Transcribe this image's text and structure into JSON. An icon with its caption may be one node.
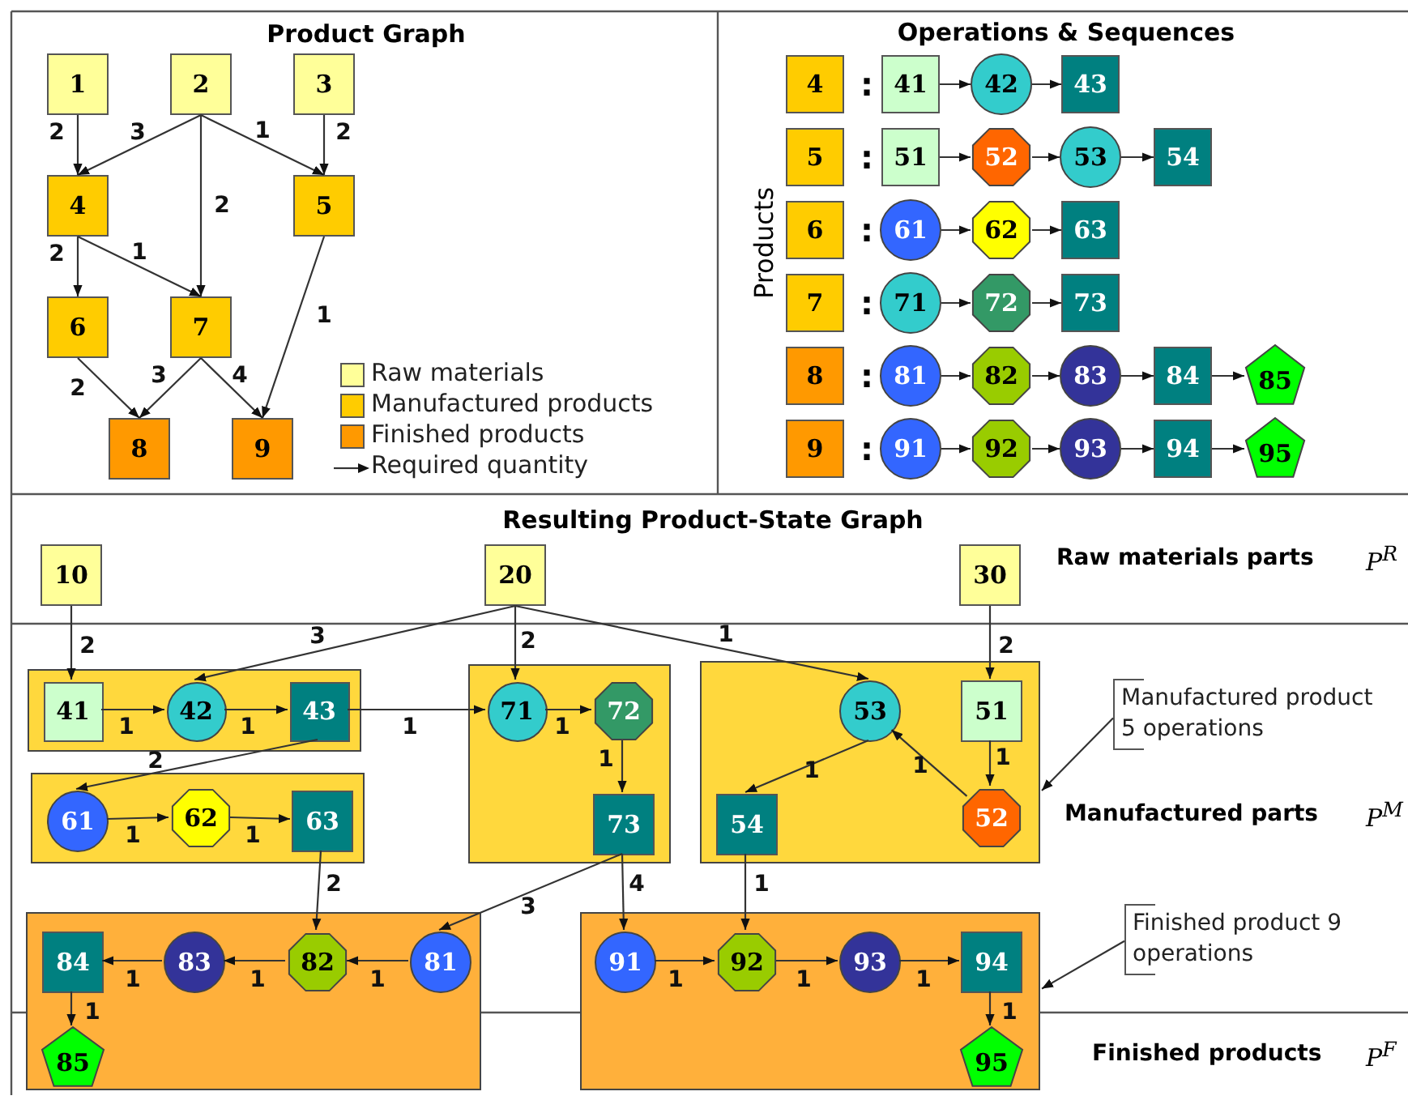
{
  "diagram": {
    "nodes": [
      {
        "text": [
          "1"
        ]
      },
      {
        "text": [
          "2"
        ]
      },
      {
        "text": [
          "3"
        ]
      },
      {
        "text": [
          "4"
        ]
      },
      {
        "text": [
          "5"
        ]
      },
      {
        "text": [
          "6"
        ]
      },
      {
        "text": [
          "7"
        ]
      },
      {
        "text": [
          "8"
        ]
      },
      {
        "text": [
          "9"
        ]
      },
      {
        "text": [
          "4"
        ]
      },
      {
        "text": [
          "41"
        ]
      },
      {
        "text": [
          "42"
        ]
      },
      {
        "text": [
          "43"
        ]
      },
      {
        "text": [
          "5"
        ]
      },
      {
        "text": [
          "51"
        ]
      },
      {
        "text": [
          "52"
        ]
      },
      {
        "text": [
          "53"
        ]
      },
      {
        "text": [
          "54"
        ]
      },
      {
        "text": [
          "6"
        ]
      },
      {
        "text": [
          "61"
        ]
      },
      {
        "text": [
          "62"
        ]
      },
      {
        "text": [
          "63"
        ]
      },
      {
        "text": [
          "7"
        ]
      },
      {
        "text": [
          "71"
        ]
      },
      {
        "text": [
          "72"
        ]
      },
      {
        "text": [
          "73"
        ]
      },
      {
        "text": [
          "8"
        ]
      },
      {
        "text": [
          "81"
        ]
      },
      {
        "text": [
          "82"
        ]
      },
      {
        "text": [
          "83"
        ]
      },
      {
        "text": [
          "84"
        ]
      },
      {
        "text": [
          "85"
        ]
      },
      {
        "text": [
          "9"
        ]
      },
      {
        "text": [
          "91"
        ]
      },
      {
        "text": [
          "92"
        ]
      },
      {
        "text": [
          "93"
        ]
      },
      {
        "text": [
          "94"
        ]
      },
      {
        "text": [
          "95"
        ]
      },
      {
        "text": [
          "10"
        ]
      },
      {
        "text": [
          "20"
        ]
      },
      {
        "text": [
          "30"
        ]
      },
      {
        "text": [],
        "shape": "box"
      },
      {
        "text": [
          "41"
        ],
        "in": 41
      },
      {
        "text": [
          "42"
        ],
        "in": 41
      },
      {
        "text": [
          "43"
        ],
        "in": 41
      },
      {
        "text": [],
        "shape": "box"
      },
      {
        "text": [
          "61"
        ],
        "in": 45
      },
      {
        "text": [
          "62"
        ],
        "in": 45
      },
      {
        "text": [
          "63"
        ],
        "in": 45
      },
      {
        "text": [],
        "shape": "box"
      },
      {
        "text": [
          "71"
        ],
        "in": 49
      },
      {
        "text": [
          "72"
        ],
        "in": 49
      },
      {
        "text": [
          "73"
        ],
        "in": 49
      },
      {
        "text": [],
        "shape": "box"
      },
      {
        "text": [
          "53"
        ],
        "in": 53
      },
      {
        "text": [
          "51"
        ],
        "in": 53
      },
      {
        "text": [
          "54"
        ],
        "in": 53
      },
      {
        "text": [
          "52"
        ],
        "in": 53
      },
      {
        "text": [
          "Manufactured product 5 operations"
        ]
      },
      {
        "text": [],
        "shape": "box"
      },
      {
        "text": [
          "84"
        ],
        "in": 59
      },
      {
        "text": [
          "83"
        ],
        "in": 59
      },
      {
        "text": [
          "82"
        ],
        "in": 59
      },
      {
        "text": [
          "81"
        ],
        "in": 59
      },
      {
        "text": [
          "85"
        ],
        "in": 59
      },
      {
        "text": [],
        "shape": "box"
      },
      {
        "text": [
          "91"
        ],
        "in": 65
      },
      {
        "text": [
          "92"
        ],
        "in": 65
      },
      {
        "text": [
          "93"
        ],
        "in": 65
      },
      {
        "text": [
          "94"
        ],
        "in": 65
      },
      {
        "text": [
          "95"
        ],
        "in": 65
      },
      {
        "text": [
          "Finished product 9 operations"
        ]
      }
    ],
    "edges": [
      {
        "from": 0,
        "to": 3,
        "arrow": "to",
        "label": "2"
      },
      {
        "from": 1,
        "to": 3,
        "arrow": "to",
        "label": "3"
      },
      {
        "from": 1,
        "to": 6,
        "arrow": "to",
        "label": "2"
      },
      {
        "from": 1,
        "to": 4,
        "arrow": "to",
        "label": "1"
      },
      {
        "from": 2,
        "to": 4,
        "arrow": "to",
        "label": "2"
      },
      {
        "from": 3,
        "to": 5,
        "arrow": "to",
        "label": "2"
      },
      {
        "from": 3,
        "to": 6,
        "arrow": "to",
        "label": "1"
      },
      {
        "from": 4,
        "to": 8,
        "arrow": "to",
        "label": "1"
      },
      {
        "from": 5,
        "to": 7,
        "arrow": "to",
        "label": "2"
      },
      {
        "from": 6,
        "to": 7,
        "arrow": "to",
        "label": "3"
      },
      {
        "from": 6,
        "to": 8,
        "arrow": "to",
        "label": "4"
      },
      {
        "from": 10,
        "to": 11,
        "arrow": "to"
      },
      {
        "from": 11,
        "to": 12,
        "arrow": "to"
      },
      {
        "from": 14,
        "to": 15,
        "arrow": "to"
      },
      {
        "from": 15,
        "to": 16,
        "arrow": "to"
      },
      {
        "from": 16,
        "to": 17,
        "arrow": "to"
      },
      {
        "from": 19,
        "to": 20,
        "arrow": "to"
      },
      {
        "from": 20,
        "to": 21,
        "arrow": "to"
      },
      {
        "from": 23,
        "to": 24,
        "arrow": "to"
      },
      {
        "from": 24,
        "to": 25,
        "arrow": "to"
      },
      {
        "from": 27,
        "to": 28,
        "arrow": "to"
      },
      {
        "from": 28,
        "to": 29,
        "arrow": "to"
      },
      {
        "from": 29,
        "to": 30,
        "arrow": "to"
      },
      {
        "from": 30,
        "to": 31,
        "arrow": "to"
      },
      {
        "from": 33,
        "to": 34,
        "arrow": "to"
      },
      {
        "from": 34,
        "to": 35,
        "arrow": "to"
      },
      {
        "from": 35,
        "to": 36,
        "arrow": "to"
      },
      {
        "from": 36,
        "to": 37,
        "arrow": "to"
      },
      {
        "from": 38,
        "to": 42,
        "arrow": "to",
        "label": "2"
      },
      {
        "from": 39,
        "to": 43,
        "arrow": "to",
        "label": "3"
      },
      {
        "from": 39,
        "to": 50,
        "arrow": "to",
        "label": "2"
      },
      {
        "from": 39,
        "to": 54,
        "arrow": "to",
        "label": "1"
      },
      {
        "from": 40,
        "to": 55,
        "arrow": "to",
        "label": "2"
      },
      {
        "from": 42,
        "to": 43,
        "arrow": "to",
        "label": "1"
      },
      {
        "from": 43,
        "to": 44,
        "arrow": "to",
        "label": "1"
      },
      {
        "from": 44,
        "to": 50,
        "arrow": "to",
        "label": "1"
      },
      {
        "from": 44,
        "to": 46,
        "arrow": "to",
        "label": "2"
      },
      {
        "from": 46,
        "to": 47,
        "arrow": "to",
        "label": "1"
      },
      {
        "from": 47,
        "to": 48,
        "arrow": "to",
        "label": "1"
      },
      {
        "from": 50,
        "to": 51,
        "arrow": "to",
        "label": "1"
      },
      {
        "from": 51,
        "to": 52,
        "arrow": "to",
        "label": "1"
      },
      {
        "from": 55,
        "to": 57,
        "arrow": "to",
        "label": "1"
      },
      {
        "from": 57,
        "to": 54,
        "arrow": "to",
        "label": "1"
      },
      {
        "from": 54,
        "to": 56,
        "arrow": "to",
        "label": "1"
      },
      {
        "from": 58,
        "to": 53,
        "arrow": "to"
      },
      {
        "from": 48,
        "to": 62,
        "arrow": "to",
        "label": "2"
      },
      {
        "from": 52,
        "to": 63,
        "arrow": "to",
        "label": "3"
      },
      {
        "from": 52,
        "to": 66,
        "arrow": "to",
        "label": "4"
      },
      {
        "from": 56,
        "to": 67,
        "arrow": "to",
        "label": "1"
      },
      {
        "from": 63,
        "to": 62,
        "arrow": "to",
        "label": "1"
      },
      {
        "from": 62,
        "to": 61,
        "arrow": "to",
        "label": "1"
      },
      {
        "from": 61,
        "to": 60,
        "arrow": "to",
        "label": "1"
      },
      {
        "from": 60,
        "to": 64,
        "arrow": "to",
        "label": "1"
      },
      {
        "from": 66,
        "to": 67,
        "arrow": "to",
        "label": "1"
      },
      {
        "from": 67,
        "to": 68,
        "arrow": "to",
        "label": "1"
      },
      {
        "from": 68,
        "to": 69,
        "arrow": "to",
        "label": "1"
      },
      {
        "from": 69,
        "to": 70,
        "arrow": "to",
        "label": "1"
      },
      {
        "from": 71,
        "to": 65,
        "arrow": "to"
      }
    ],
    "labels": [
      "Product Graph",
      "Operations & Sequences",
      "Products",
      ":",
      ":",
      ":",
      ":",
      ":",
      ":",
      "Resulting Product-State Graph",
      "Raw materials parts",
      "P$^{R}$",
      "Manufactured parts",
      "P$^{M}$",
      "Finished products",
      "P$^{F}$"
    ],
    "legend": [
      {
        "text": "Raw materials",
        "color": "#ffff99"
      },
      {
        "text": "Manufactured products",
        "color": "#ffcc00"
      },
      {
        "text": "Finished products",
        "color": "#ff9900"
      },
      {
        "text": "Required quantity"
      }
    ]
  }
}
